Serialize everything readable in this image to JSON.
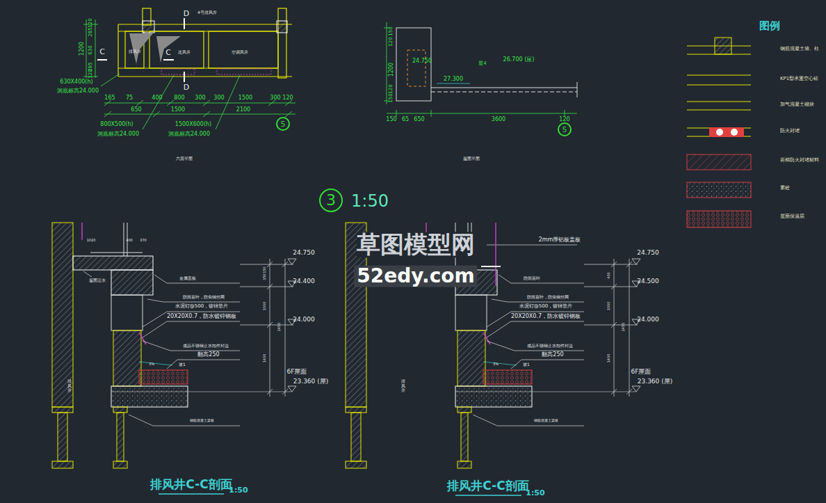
{
  "diagram": {
    "nodes": [
      {
        "text": [
          "3"
        ]
      },
      {
        "text": [
          "5"
        ]
      },
      {
        "text": [
          "5"
        ]
      }
    ],
    "labels": [
      "1200",
      "285",
      "630",
      "285",
      "120",
      "120",
      "D",
      "D",
      "C",
      "C",
      "4号排风井",
      "排风井",
      "送风井",
      "空调风井",
      "630X400(h)",
      "洞底标高24.000",
      "165",
      "75",
      "400",
      "800",
      "300",
      "300",
      "1500",
      "300",
      "120",
      "650",
      "1500",
      "2100",
      "800X500(h)",
      "洞底标高24.000",
      "1500X600(h)",
      "洞底标高24.000",
      "六层平面",
      "150",
      "120",
      "1200",
      "120",
      "150",
      "24.750",
      "屋4",
      "26.700 (屋)",
      "27.300",
      "150",
      "65",
      "650",
      "3600",
      "120",
      "屋面平面",
      "1:50",
      "草图模型网",
      "52edy.com",
      "图例",
      "1020",
      "400",
      "370",
      "屋面泛水",
      "金属盖板",
      "防雨百叶，防虫钢丝网",
      "水泥钉@500，镀锌垫片",
      "20X20X0.7，防水镀锌钢板",
      "成品不锈钢止水扣件封边",
      "翻高250",
      "坡1",
      "3%",
      "排风井",
      "钢筋混凝土梁板",
      "24.750",
      "24.400",
      "24.000",
      "6F屋面",
      "23.360 (屋)",
      "150",
      "350",
      "1000",
      "1400",
      "2450",
      "排风井C-C剖面",
      "1:50",
      "2mm厚铝板盖板",
      "防雨百叶",
      "防雨百叶，防虫钢丝网",
      "水泥钉@500，镀锌垫片",
      "20X20X0.7，防水镀锌钢板",
      "成品不锈钢止水扣件封边",
      "翻高250",
      "坡1",
      "3%",
      "排风井",
      "钢筋混凝土梁板",
      "24.750",
      "24.500",
      "24.000",
      "6F屋面",
      "23.360 (屋)",
      "400",
      "1000",
      "1400",
      "2450",
      "排风井C-C剖面",
      "1:50"
    ],
    "legend": [
      {
        "text": "钢筋混凝土墙、柱"
      },
      {
        "text": "KP1型承重空心砖"
      },
      {
        "text": "加气混凝土砌块"
      },
      {
        "text": "防火封堵"
      },
      {
        "text": "岩棉防火封堵材料"
      },
      {
        "text": "素砼"
      },
      {
        "text": "屋面保温层"
      }
    ]
  }
}
